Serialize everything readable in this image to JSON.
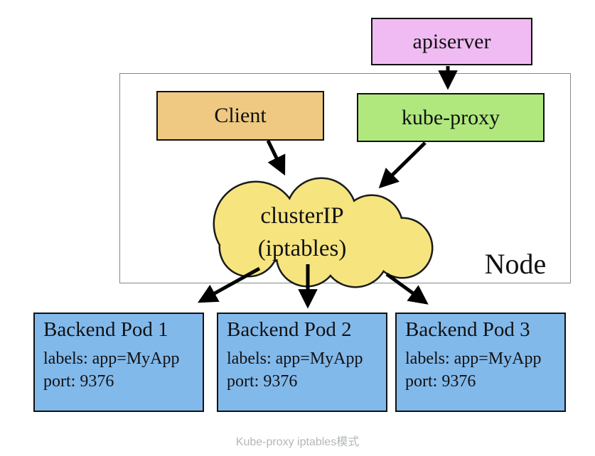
{
  "diagram": {
    "apiserver": {
      "label": "apiserver"
    },
    "node": {
      "label": "Node",
      "client": {
        "label": "Client"
      },
      "kube_proxy": {
        "label": "kube-proxy"
      },
      "cluster_ip": {
        "line1": "clusterIP",
        "line2": "(iptables)"
      }
    },
    "pods": [
      {
        "title": "Backend Pod 1",
        "labels": "labels: app=MyApp",
        "port": "port: 9376"
      },
      {
        "title": "Backend Pod 2",
        "labels": "labels: app=MyApp",
        "port": "port: 9376"
      },
      {
        "title": "Backend Pod 3",
        "labels": "labels: app=MyApp",
        "port": "port: 9376"
      }
    ],
    "caption": "Kube-proxy iptables模式"
  },
  "colors": {
    "apiserver_fill": "#f0bbf2",
    "client_fill": "#efc981",
    "kube_proxy_fill": "#b0e87e",
    "cluster_ip_fill": "#f6e47f",
    "pod_fill": "#82b9eb",
    "border": "#111111",
    "node_border": "#888888",
    "caption_text": "#b3b6ba"
  }
}
